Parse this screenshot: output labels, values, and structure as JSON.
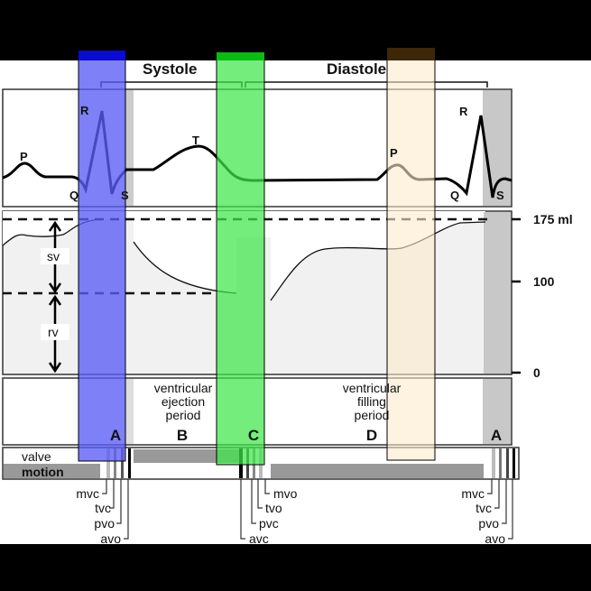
{
  "header": {
    "systole": "Systole",
    "diastole": "Diastole"
  },
  "ecg": {
    "p1": "P",
    "q1": "Q",
    "r1": "R",
    "s1": "S",
    "t": "T",
    "p2": "P",
    "q2": "Q",
    "r2": "R",
    "s2": "S"
  },
  "volume": {
    "tick_175": "175 ml",
    "tick_100": "100",
    "tick_0": "0",
    "sv": "sv",
    "rv": "rv"
  },
  "phases": {
    "ejection": [
      "ventricular",
      "ejection",
      "period"
    ],
    "filling": [
      "ventricular",
      "filling",
      "period"
    ],
    "a1": "A",
    "b": "B",
    "c": "C",
    "d": "D",
    "a2": "A"
  },
  "valve": {
    "title1": "valve",
    "title2": "motion",
    "left": [
      "mvc",
      "tvc",
      "pvo",
      "avo"
    ],
    "mid": [
      "mvo",
      "tvo",
      "pvc",
      "avc"
    ],
    "right": [
      "mvc",
      "tvc",
      "pvo",
      "avo"
    ]
  },
  "colors": {
    "blue_overlay": "#5a5cf5",
    "green_overlay": "#3fe64a",
    "orange_overlay": "#fde9cc",
    "panel_gray": "#c8c8c8",
    "fill_gray": "#f1f1f1"
  }
}
